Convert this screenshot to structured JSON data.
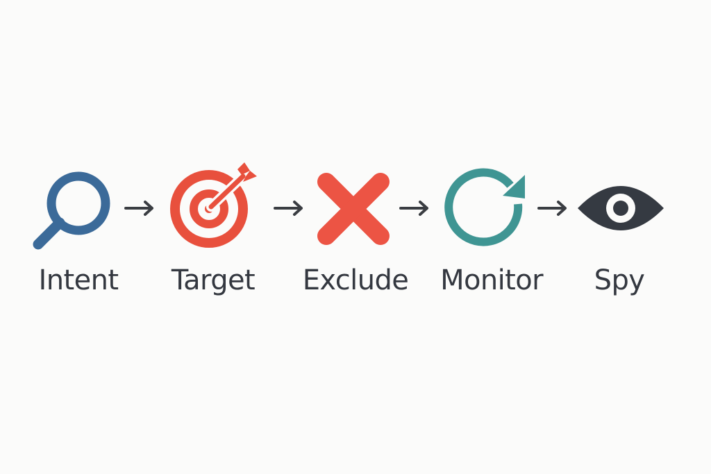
{
  "steps": [
    {
      "label": "Intent",
      "icon": "magnifying-glass-icon",
      "color": "#3b6a99"
    },
    {
      "label": "Target",
      "icon": "target-dart-icon",
      "color": "#e8503d"
    },
    {
      "label": "Exclude",
      "icon": "x-cross-icon",
      "color": "#ec5444"
    },
    {
      "label": "Monitor",
      "icon": "refresh-cycle-icon",
      "color": "#3f9593"
    },
    {
      "label": "Spy",
      "icon": "eye-icon",
      "color": "#353a42"
    }
  ],
  "connector": {
    "icon": "right-arrow-icon",
    "color": "#3a3d42"
  },
  "label_color": "#343840",
  "background": "#fbfbfa"
}
